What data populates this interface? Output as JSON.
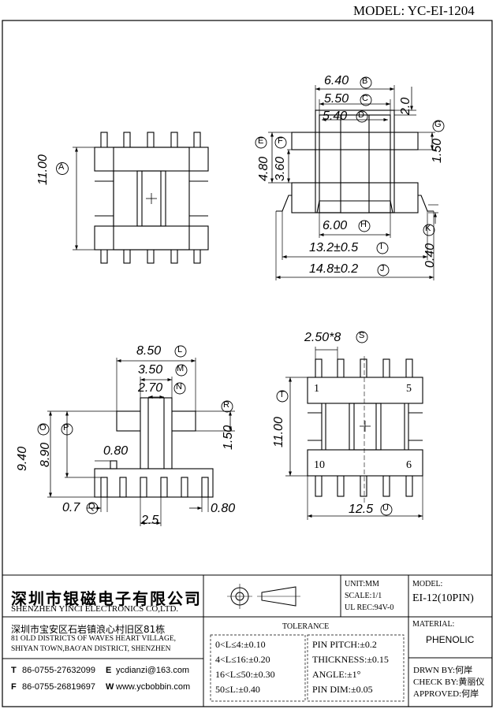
{
  "title": {
    "model_header": "MODEL: YC-EI-1204"
  },
  "dims": {
    "A": "11.00",
    "B": "6.40",
    "C": "5.50",
    "D": "5.40",
    "E": "4.80",
    "F": "3.60",
    "top_right_2": "2.0",
    "G": "1.50",
    "H": "6.00",
    "I": "13.2±0.5",
    "J": "14.8±0.2",
    "K": "0.40",
    "L": "8.50",
    "M": "3.50",
    "N": "2.70",
    "O": "9.40",
    "P": "8.90",
    "Q": "0.7",
    "R": "1.50",
    "S": "2.50*8",
    "T": "11.00",
    "U": "12.5",
    "v080a": "0.80",
    "v080b": "0.80",
    "v25": "2.5"
  },
  "circles": {
    "A": "A",
    "B": "B",
    "C": "C",
    "D": "D",
    "E": "E",
    "F": "F",
    "G": "G",
    "H": "H",
    "I": "I",
    "J": "J",
    "K": "K",
    "L": "L",
    "M": "M",
    "N": "N",
    "O": "O",
    "P": "P",
    "Q": "Q",
    "R": "R",
    "S": "S",
    "T": "T",
    "U": "U"
  },
  "pins": {
    "p1": "1",
    "p5": "5",
    "p10": "10",
    "p6": "6"
  },
  "company": {
    "cn": "深圳市银磁电子有限公司",
    "en": "SHENZHEN YINCI ELECTRONICS CO,LTD.",
    "addr_cn": "深圳市宝安区石岩镇浪心村旧区81栋",
    "addr_en1": "81 OLD DISTRICTS OF WAVES HEART VILLAGE,",
    "addr_en2": "SHIYAN TOWN,BAO'AN DISTRICT, SHENZHEN",
    "tel_label": "T",
    "tel": "86-0755-27632099",
    "email_label": "E",
    "email": "ycdianzi@163.com",
    "fax_label": "F",
    "fax": "86-0755-26819697",
    "web_label": "W",
    "web": "www.ycbobbin.com"
  },
  "info": {
    "unit": "UNIT:MM",
    "scale": "SCALE:1/1",
    "ul": "UL REC:94V-0",
    "model_label": "MODEL:",
    "model": "EI-12(10PIN)",
    "material_label": "MATERIAL:",
    "material": "PHENOLIC",
    "tolerance_label": "TOLERANCE",
    "tol1": "0<L≤4:±0.10",
    "tol2": "4<L≤16:±0.20",
    "tol3": "16<L≤50:±0.30",
    "tol4": "50≤L:±0.40",
    "pitch": "PIN PITCH:±0.2",
    "thickness": "THICKNESS:±0.15",
    "angle": "ANGLE:±1°",
    "pindim": "PIN DIM:±0.05",
    "drwn": "DRWN BY:何岸",
    "check": "CHECK BY:黄丽仪",
    "approved": "APPROVED:何岸"
  }
}
